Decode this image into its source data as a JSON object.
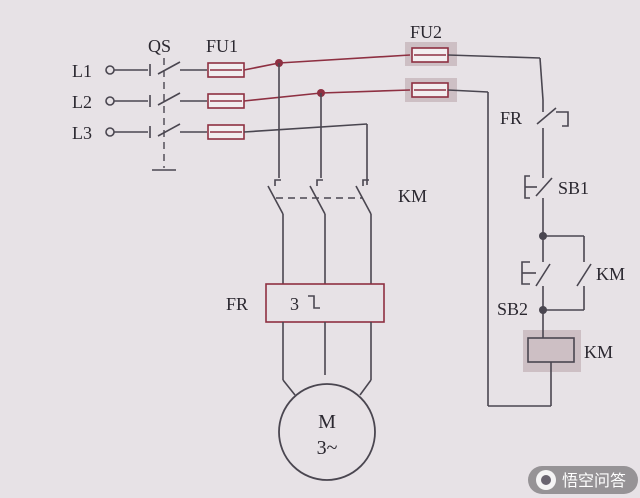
{
  "labels": {
    "l1": "L1",
    "l2": "L2",
    "l3": "L3",
    "qs": "QS",
    "fu1": "FU1",
    "fu2": "FU2",
    "km_main": "KM",
    "fr_relay": "FR",
    "fr_contact": "FR",
    "sb1": "SB1",
    "sb2": "SB2",
    "km_aux": "KM",
    "km_coil": "KM",
    "fr_element_count": "3",
    "motor_name": "M",
    "motor_phases": "3~"
  },
  "watermark": {
    "text": "悟空问答"
  },
  "colors": {
    "background": "#e7e2e6",
    "wire": "#4a4650",
    "red_wire": "#8e3042",
    "highlight": "#cdbfc4"
  }
}
